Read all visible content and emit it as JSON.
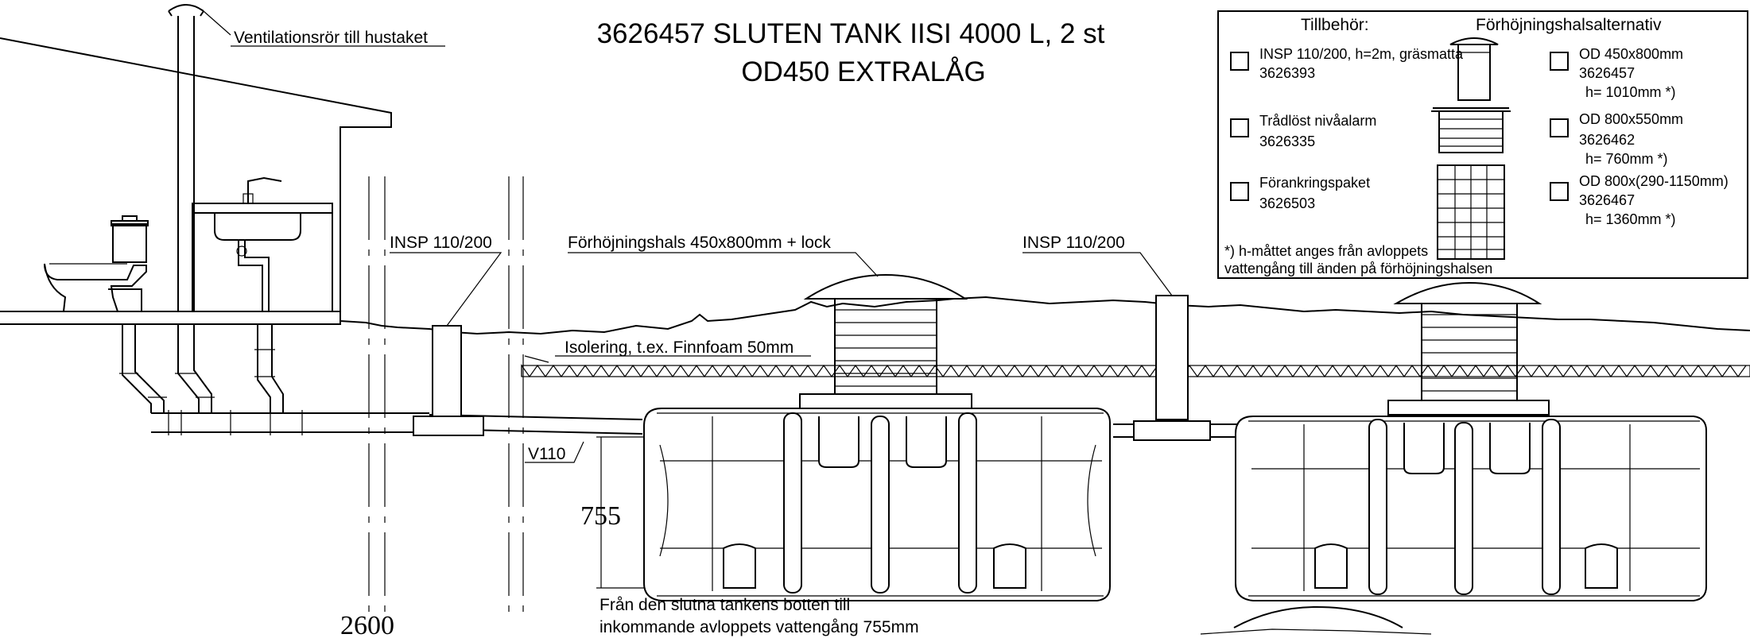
{
  "title": {
    "line1": "3626457 SLUTEN TANK IISI 4000 L, 2 st",
    "line2": "OD450 EXTRALÅG"
  },
  "labels": {
    "ventilation": "Ventilationsrör till hustaket",
    "insp_left": "INSP 110/200",
    "insp_right": "INSP 110/200",
    "raising_neck": "Förhöjningshals 450x800mm + lock",
    "insulation": "Isolering, t.ex. Finnfoam 50mm",
    "pipe": "V110",
    "note_line1": "Från den slutna tankens botten till",
    "note_line2": "inkommande avloppets vattengång 755mm"
  },
  "dimensions": {
    "height_755": "755",
    "width_2600": "2600"
  },
  "legend": {
    "accessories_header": "Tillbehör:",
    "alternatives_header": "Förhöjningshalsalternativ",
    "accessories": [
      {
        "name": "INSP 110/200, h=2m, gräsmatta",
        "code": "3626393",
        "checked": false
      },
      {
        "name": "Trådlöst nivåalarm",
        "code": "3626335",
        "checked": false
      },
      {
        "name": "Förankringspaket",
        "code": "3626503",
        "checked": false
      }
    ],
    "alternatives": [
      {
        "name": "OD 450x800mm",
        "code": "3626457",
        "height": "h= 1010mm *)",
        "checked": false
      },
      {
        "name": "OD 800x550mm",
        "code": "3626462",
        "height": "h= 760mm *)",
        "checked": false
      },
      {
        "name": "OD 800x(290-1150mm)",
        "code": "3626467",
        "height": "h= 1360mm *)",
        "checked": false
      }
    ],
    "footnote_line1": "*) h-måttet anges från avloppets",
    "footnote_line2": "vattengång till änden på förhöjningshalsen"
  }
}
